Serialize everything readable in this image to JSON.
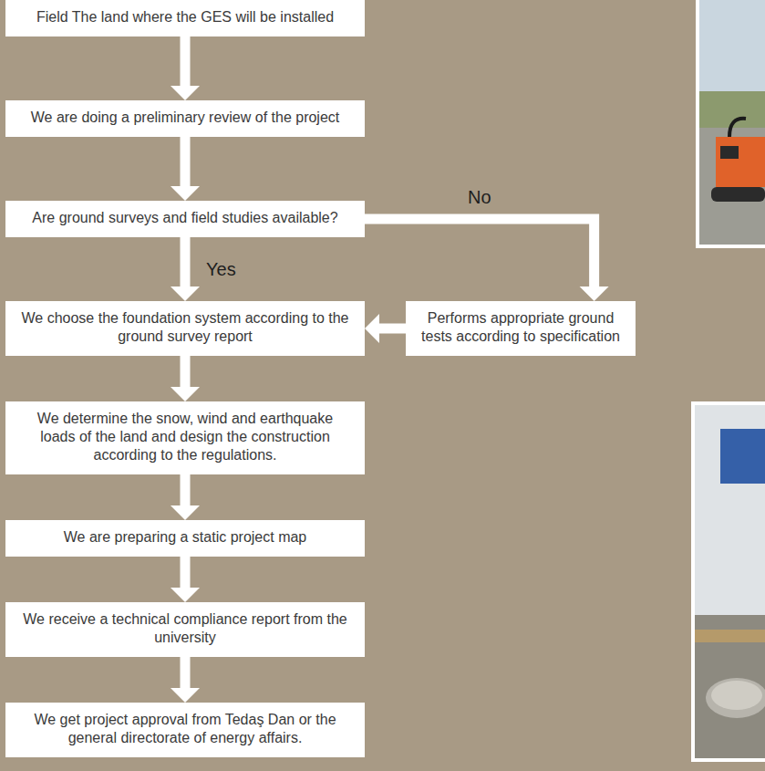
{
  "diagram": {
    "nodes": [
      {
        "text": [
          "Field The land where the GES will be installed"
        ]
      },
      {
        "text": [
          "We are doing a preliminary review of the project"
        ]
      },
      {
        "text": [
          "Are ground surveys and field studies available?"
        ]
      },
      {
        "text": [
          "We choose the foundation system according to the ground survey report"
        ]
      },
      {
        "text": [
          "Performs appropriate ground tests according to specification"
        ]
      },
      {
        "text": [
          "We determine the snow, wind and earthquake loads of the land and design the construction according to the regulations."
        ]
      },
      {
        "text": [
          "We are preparing a static project map"
        ]
      },
      {
        "text": [
          "We receive a technical compliance report from the university"
        ]
      },
      {
        "text": [
          "We get project approval from Tedaş Dan or the general directorate of energy affairs."
        ]
      }
    ],
    "edges": [
      {
        "from": 0,
        "to": 1,
        "arrow": "to"
      },
      {
        "from": 1,
        "to": 2,
        "arrow": "to"
      },
      {
        "from": 2,
        "to": 3,
        "label": "Yes",
        "arrow": "to"
      },
      {
        "from": 2,
        "to": 4,
        "label": "No",
        "arrow": "to"
      },
      {
        "from": 4,
        "to": 3,
        "arrow": "to"
      },
      {
        "from": 3,
        "to": 5,
        "arrow": "to"
      },
      {
        "from": 5,
        "to": 6,
        "arrow": "to"
      },
      {
        "from": 6,
        "to": 7,
        "arrow": "to"
      },
      {
        "from": 7,
        "to": 8,
        "arrow": "to"
      }
    ]
  }
}
